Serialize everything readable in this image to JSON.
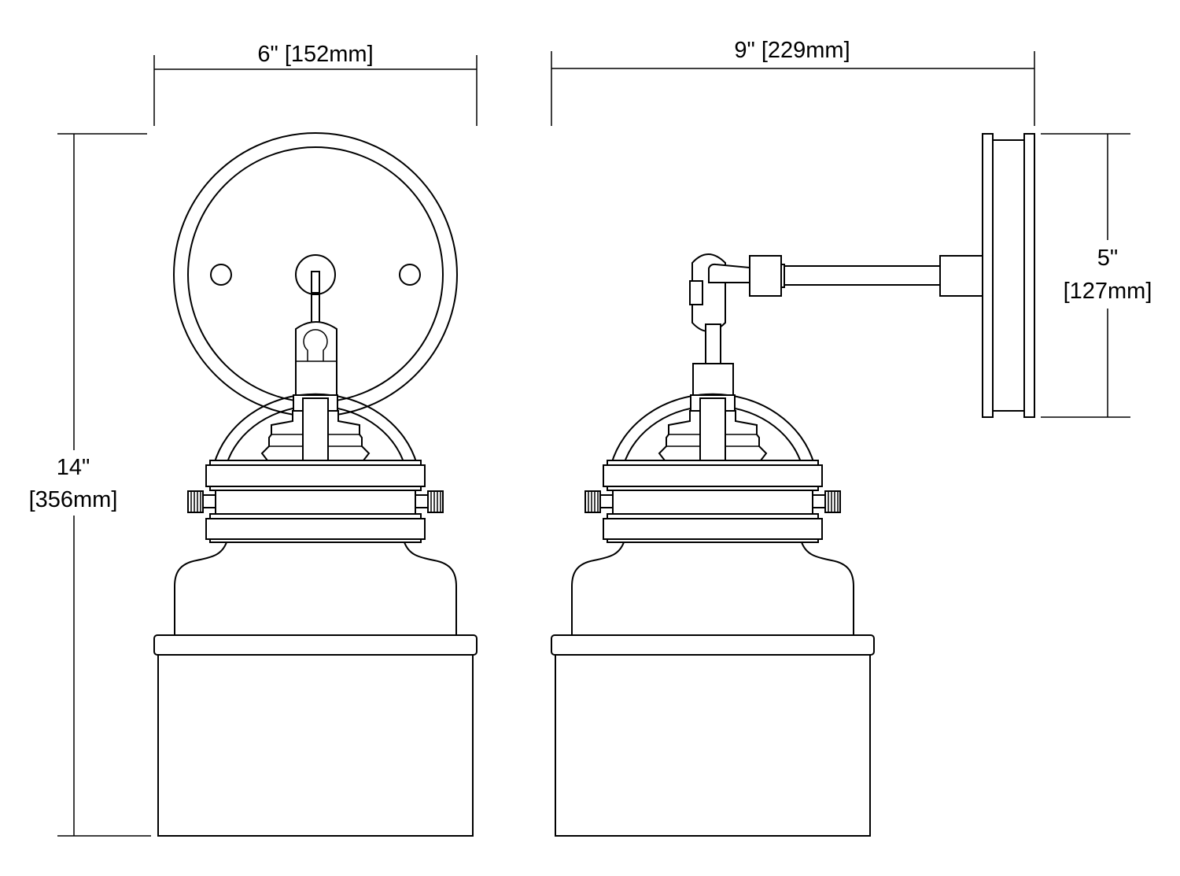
{
  "dimensions": {
    "front_width": "6\" [152mm]",
    "side_depth": "9\" [229mm]",
    "height_in": "14\"",
    "height_mm": "[356mm]",
    "backplate_in": "5\"",
    "backplate_mm": "[127mm]"
  },
  "colors": {
    "line": "#000000",
    "background": "#ffffff"
  }
}
